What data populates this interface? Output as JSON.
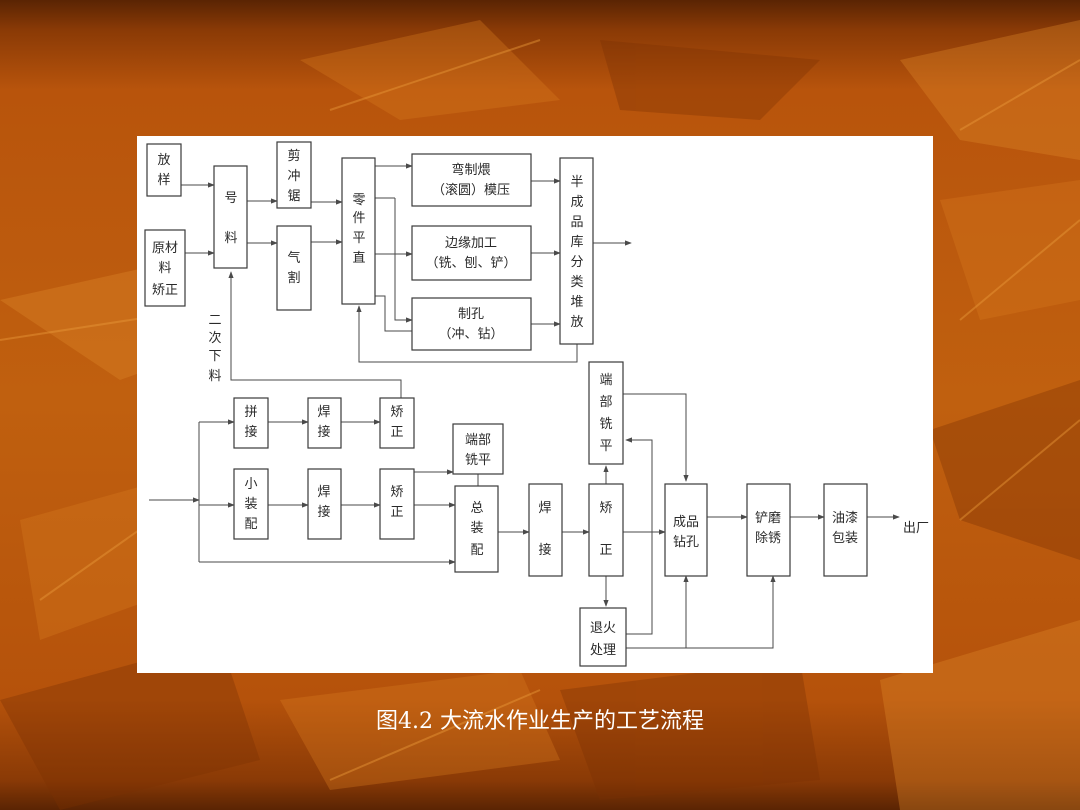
{
  "caption": "图4.2 大流水作业生产的工艺流程",
  "labels": {
    "fangyang": [
      "放",
      "样"
    ],
    "yuancailiao": [
      "原材",
      "料",
      "矫正"
    ],
    "haoliao": [
      "号",
      "料"
    ],
    "jianchongju": [
      "剪",
      "冲",
      "锯"
    ],
    "qige": [
      "气",
      "割"
    ],
    "lingjian": [
      "零",
      "件",
      "平",
      "直"
    ],
    "wanzhi": [
      "弯制煨",
      "（滚圆）模压"
    ],
    "bianyuan": [
      "边缘加工",
      "（铣、刨、铲）"
    ],
    "zhikong": [
      "制孔",
      "（冲、钻）"
    ],
    "banchengpin": [
      "半",
      "成",
      "品",
      "库",
      "分",
      "类",
      "堆",
      "放"
    ],
    "erci": [
      "二",
      "次",
      "下",
      "料"
    ],
    "pinjie": [
      "拼",
      "接"
    ],
    "hanjie1": [
      "焊",
      "接"
    ],
    "jiaozheng1": [
      "矫",
      "正"
    ],
    "duanbu_small": [
      "端部",
      "铣平"
    ],
    "xiaozhuangpei": [
      "小",
      "装",
      "配"
    ],
    "hanjie2": [
      "焊",
      "接"
    ],
    "jiaozheng2": [
      "矫",
      "正"
    ],
    "zongzhuangpei": [
      "总",
      "装",
      "配"
    ],
    "hanjie3": [
      "焊",
      "接"
    ],
    "jiaozheng3": [
      "矫",
      "正"
    ],
    "duanbu_big": [
      "端",
      "部",
      "铣",
      "平"
    ],
    "chengpinzuankong": [
      "成品",
      "钻孔"
    ],
    "chanmo": [
      "铲磨",
      "除锈"
    ],
    "youqi": [
      "油漆",
      "包装"
    ],
    "chuchang": "出厂",
    "tuihuo": [
      "退火",
      "处理"
    ]
  }
}
